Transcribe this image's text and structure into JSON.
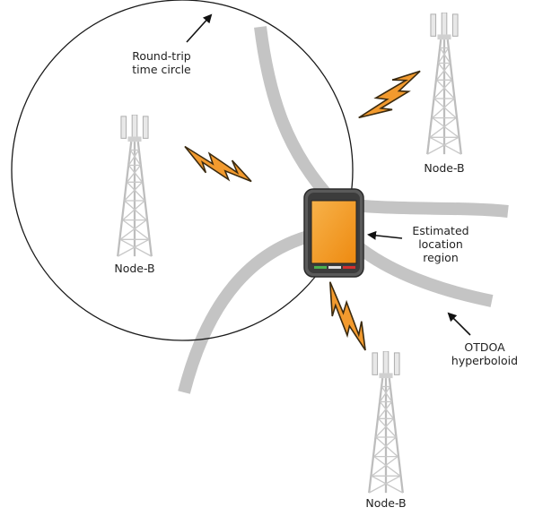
{
  "labels": {
    "round_trip": [
      "Round-trip",
      "time circle"
    ],
    "node_b_left": "Node-B",
    "node_b_top_right": "Node-B",
    "node_b_bottom": "Node-B",
    "estimated": [
      "Estimated",
      "location",
      "region"
    ],
    "otdoa": [
      "OTDOA",
      "hyperboloid"
    ]
  },
  "colors": {
    "hyperbola": "#c4c4c4",
    "lightning_fill": "#f29a2e",
    "lightning_stroke": "#3a2a10",
    "tower": "#c8c8c8",
    "phone_body": "#4a4a4a",
    "phone_screen": "#f49b1e",
    "circle": "#1a1a1a"
  },
  "icons": [
    "cell-tower-icon",
    "lightning-bolt-icon",
    "mobile-phone-icon",
    "arrow-icon"
  ]
}
